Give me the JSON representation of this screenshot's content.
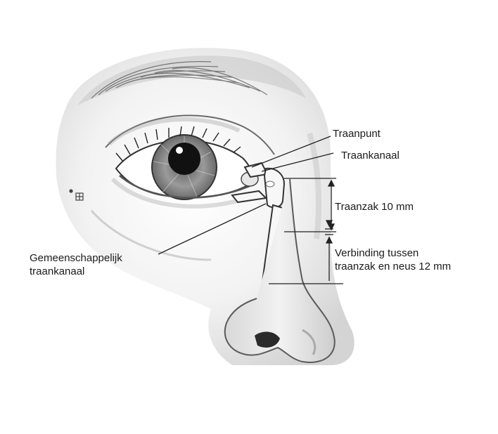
{
  "labels": {
    "traanpunt": "Traanpunt",
    "traankanaal": "Traankanaal",
    "traanzak": "Traanzak 10 mm",
    "verbinding_line1": "Verbinding tussen",
    "verbinding_line2": "traanzak en neus 12 mm",
    "gemeenschappelijk_line1": "Gemeenschappelijk",
    "gemeenschappelijk_line2": "traankanaal"
  },
  "colors": {
    "background": "#ffffff",
    "skin_shade": "#d9d9d9",
    "ink": "#2b2b2b",
    "iris": "#8c8c8c",
    "pupil": "#111111"
  }
}
